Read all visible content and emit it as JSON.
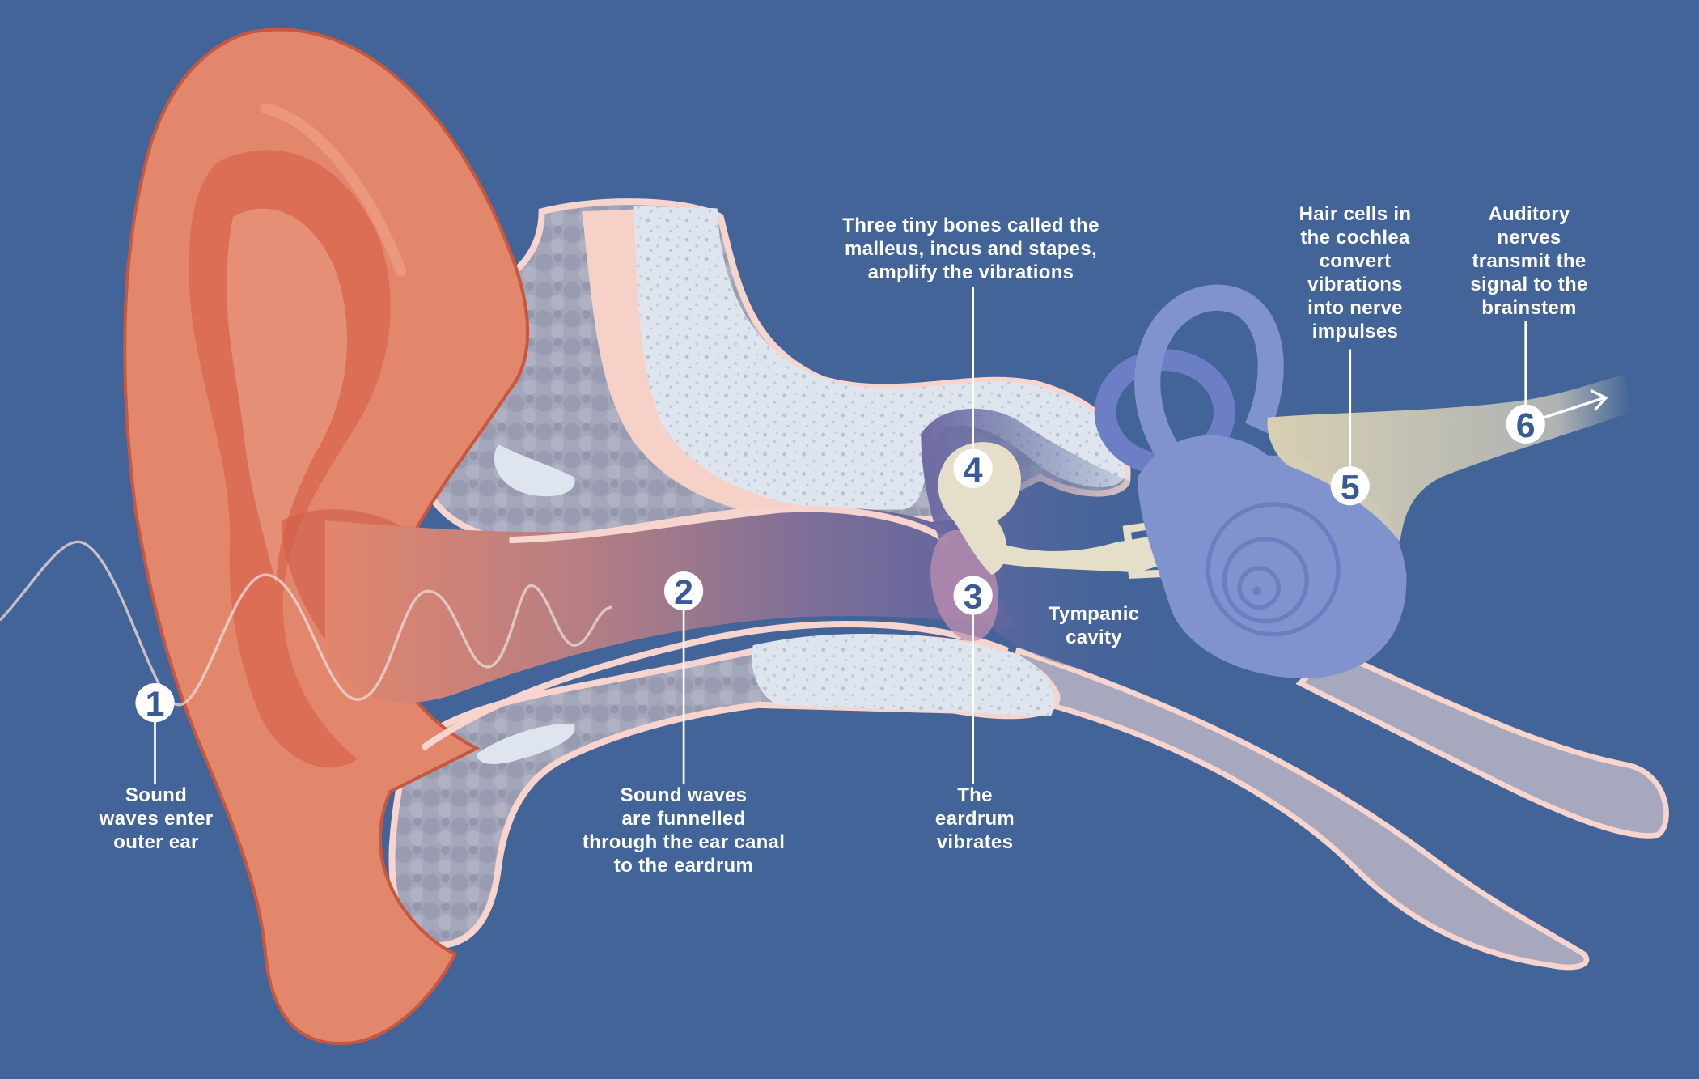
{
  "diagram": {
    "colors": {
      "background": "#436499",
      "outer_ear": "#e2866c",
      "bone_gray": "#a2a4b8",
      "bone_light": "#dde3ec",
      "skin_line": "#f8d6cf",
      "inner_ear": "#8093cf",
      "ossicles": "#e5dfc9",
      "nerve": "#d8d0b2",
      "markers": "#ffffff"
    },
    "steps": [
      {
        "number": "1",
        "label": "Sound\nwaves enter\nouter ear"
      },
      {
        "number": "2",
        "label": "Sound waves\nare funnelled\nthrough the ear canal\nto the eardrum"
      },
      {
        "number": "3",
        "label": "The\neardrum\nvibrates"
      },
      {
        "number": "4",
        "label": "Three tiny bones called the\nmalleus, incus and stapes,\namplify the vibrations"
      },
      {
        "number": "5",
        "label": "Hair cells in\nthe cochlea\nconvert\nvibrations\ninto nerve\nimpulses"
      },
      {
        "number": "6",
        "label": "Auditory\nnerves\ntransmit the\nsignal to the\nbrainstem"
      }
    ],
    "region_labels": {
      "tympanic_cavity": "Tympanic\ncavity"
    }
  }
}
